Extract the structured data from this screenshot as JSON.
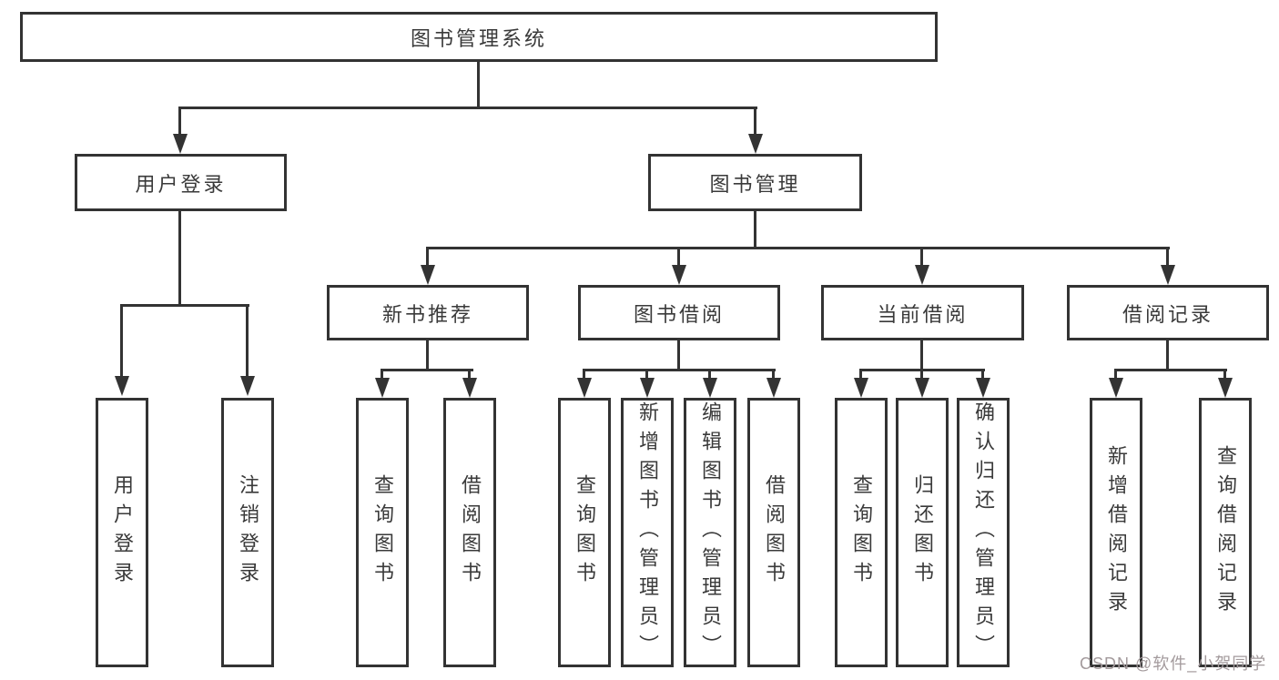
{
  "tree": {
    "root": {
      "label": "图书管理系统"
    },
    "login": {
      "label": "用户登录",
      "leaves": [
        "用户登录",
        "注销登录"
      ]
    },
    "management": {
      "label": "图书管理",
      "sections": [
        {
          "label": "新书推荐",
          "leaves": [
            "查询图书",
            "借阅图书"
          ]
        },
        {
          "label": "图书借阅",
          "leaves": [
            "查询图书",
            "新增图书（管理员）",
            "编辑图书（管理员）",
            "借阅图书"
          ]
        },
        {
          "label": "当前借阅",
          "leaves": [
            "查询图书",
            "归还图书",
            "确认归还（管理员）"
          ]
        },
        {
          "label": "借阅记录",
          "leaves": [
            "新增借阅记录",
            "查询借阅记录"
          ]
        }
      ]
    }
  },
  "colors": {
    "line": "#333333",
    "text": "#3a3a3a",
    "watermark": "#a39a9c",
    "background": "#ffffff"
  },
  "watermark": {
    "text": "CSDN @软件_小贺同学"
  }
}
